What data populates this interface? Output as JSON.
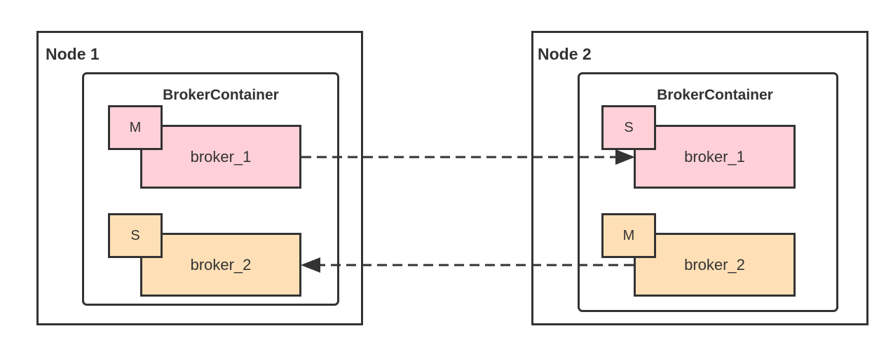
{
  "colors": {
    "primary_fill": "#ffd0d7",
    "secondary_fill": "#ffe0b6",
    "stroke": "#333333"
  },
  "nodes": [
    {
      "title": "Node 1",
      "container_title": "BrokerContainer",
      "brokers": [
        {
          "name": "broker_1",
          "role": "M"
        },
        {
          "name": "broker_2",
          "role": "S"
        }
      ]
    },
    {
      "title": "Node 2",
      "container_title": "BrokerContainer",
      "brokers": [
        {
          "name": "broker_1",
          "role": "S"
        },
        {
          "name": "broker_2",
          "role": "M"
        }
      ]
    }
  ],
  "links": [
    {
      "from": "nodes.0.brokers.0",
      "to": "nodes.1.brokers.0",
      "style": "dashed"
    },
    {
      "from": "nodes.1.brokers.1",
      "to": "nodes.0.brokers.1",
      "style": "dashed"
    }
  ]
}
